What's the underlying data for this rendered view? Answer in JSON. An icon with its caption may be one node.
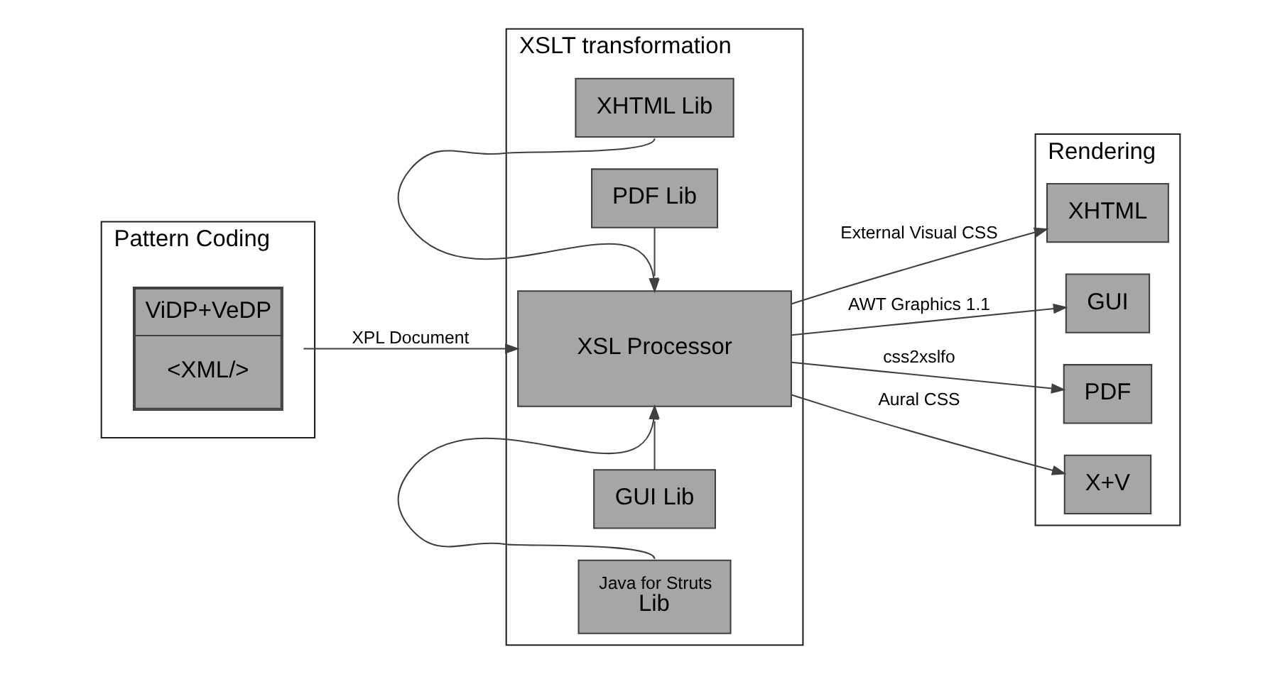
{
  "diagram": {
    "nodes": [
      {
        "text": [
          "Pattern Coding"
        ]
      },
      {
        "text": [
          "XSLT transformation"
        ]
      },
      {
        "text": [
          "Rendering"
        ]
      },
      {
        "text": [
          "ViDP+VeDP",
          "<XML/>"
        ],
        "in": 0
      },
      {
        "text": [
          "XHTML Lib"
        ],
        "in": 1
      },
      {
        "text": [
          "PDF Lib"
        ],
        "in": 1
      },
      {
        "text": [
          "XSL Processor"
        ],
        "in": 1
      },
      {
        "text": [
          "GUI Lib"
        ],
        "in": 1
      },
      {
        "text": [
          "Java for Struts",
          "Lib"
        ],
        "in": 1
      },
      {
        "text": [
          "XHTML"
        ],
        "in": 2
      },
      {
        "text": [
          "GUI"
        ],
        "in": 2
      },
      {
        "text": [
          "PDF"
        ],
        "in": 2
      },
      {
        "text": [
          "X+V"
        ],
        "in": 2
      }
    ],
    "edges": [
      {
        "from": 3,
        "to": 6,
        "arrow": "to",
        "label": "XPL Document"
      },
      {
        "from": 4,
        "to": 6,
        "arrow": "to"
      },
      {
        "from": 5,
        "to": 6,
        "arrow": "to"
      },
      {
        "from": 7,
        "to": 6,
        "arrow": "to"
      },
      {
        "from": 8,
        "to": 6,
        "arrow": "to"
      },
      {
        "from": 6,
        "to": 9,
        "arrow": "to",
        "label": "External Visual CSS"
      },
      {
        "from": 6,
        "to": 10,
        "arrow": "to",
        "label": "AWT Graphics 1.1"
      },
      {
        "from": 6,
        "to": 11,
        "arrow": "to",
        "label": "css2xslfo"
      },
      {
        "from": 6,
        "to": 12,
        "arrow": "to",
        "label": "Aural CSS"
      }
    ]
  }
}
